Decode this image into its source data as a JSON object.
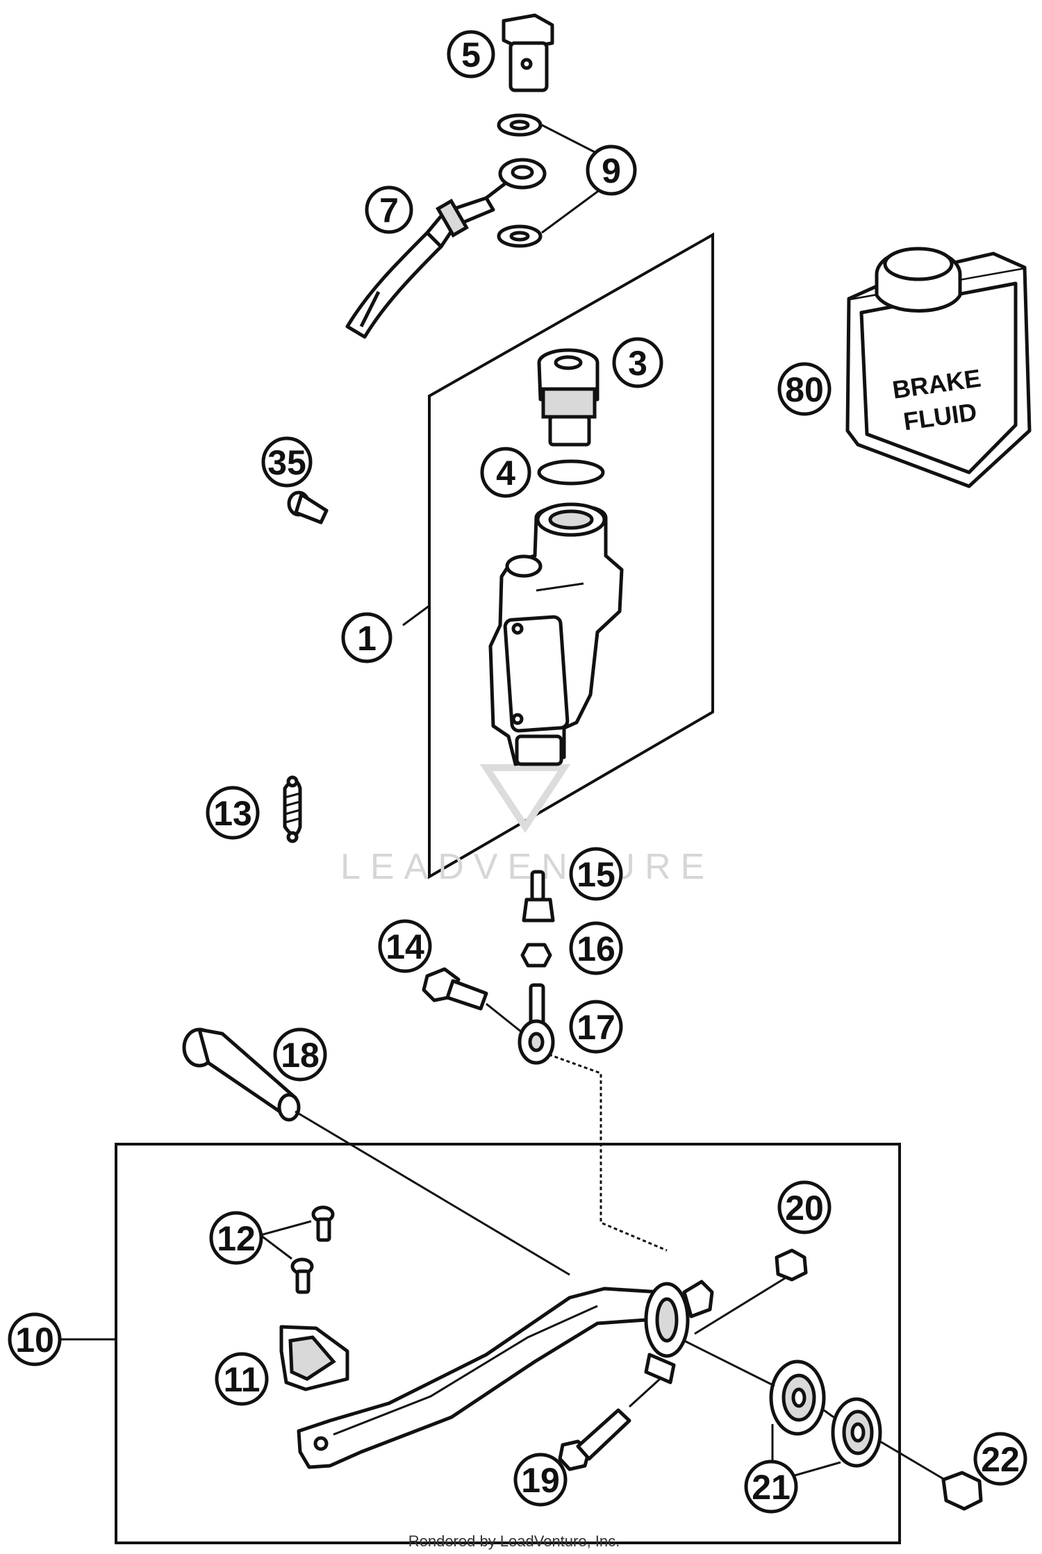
{
  "callouts": {
    "c1": "1",
    "c3": "3",
    "c4": "4",
    "c5": "5",
    "c7": "7",
    "c9": "9",
    "c10": "10",
    "c11": "11",
    "c12": "12",
    "c13": "13",
    "c14": "14",
    "c15": "15",
    "c16": "16",
    "c17": "17",
    "c18": "18",
    "c19": "19",
    "c20": "20",
    "c21": "21",
    "c22": "22",
    "c35": "35",
    "c80": "80"
  },
  "bottle": {
    "line1": "BRAKE",
    "line2": "FLUID"
  },
  "watermark": "LEADVENTURE",
  "credit": "Rendered by LeadVenture, Inc."
}
